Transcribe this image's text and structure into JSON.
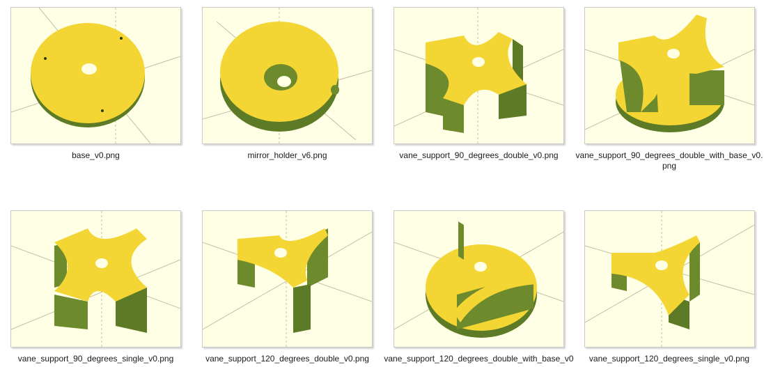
{
  "files": [
    {
      "name": "base_v0.png",
      "icon": "base-render-icon"
    },
    {
      "name": "mirror_holder_v6.png",
      "icon": "mirror-holder-render-icon"
    },
    {
      "name": "vane_support_90_degrees_double_v0.png",
      "icon": "vane-90-double-render-icon"
    },
    {
      "name_line1": "vane_support_90_degrees_double_with_base_v0.",
      "name_line2": "png",
      "icon": "vane-90-double-base-render-icon"
    },
    {
      "name": "vane_support_90_degrees_single_v0.png",
      "icon": "vane-90-single-render-icon"
    },
    {
      "name": "vane_support_120_degrees_double_v0.png",
      "icon": "vane-120-double-render-icon"
    },
    {
      "name": "vane_support_120_degrees_double_with_base_v0",
      "icon": "vane-120-double-base-render-icon"
    },
    {
      "name": "vane_support_120_degrees_single_v0.png",
      "icon": "vane-120-single-render-icon"
    }
  ],
  "colors": {
    "thumb_bg": "#ffffe5",
    "part_top": "#f5d63a",
    "part_side": "#6d8a2c",
    "axis": "#b8b8a0"
  }
}
